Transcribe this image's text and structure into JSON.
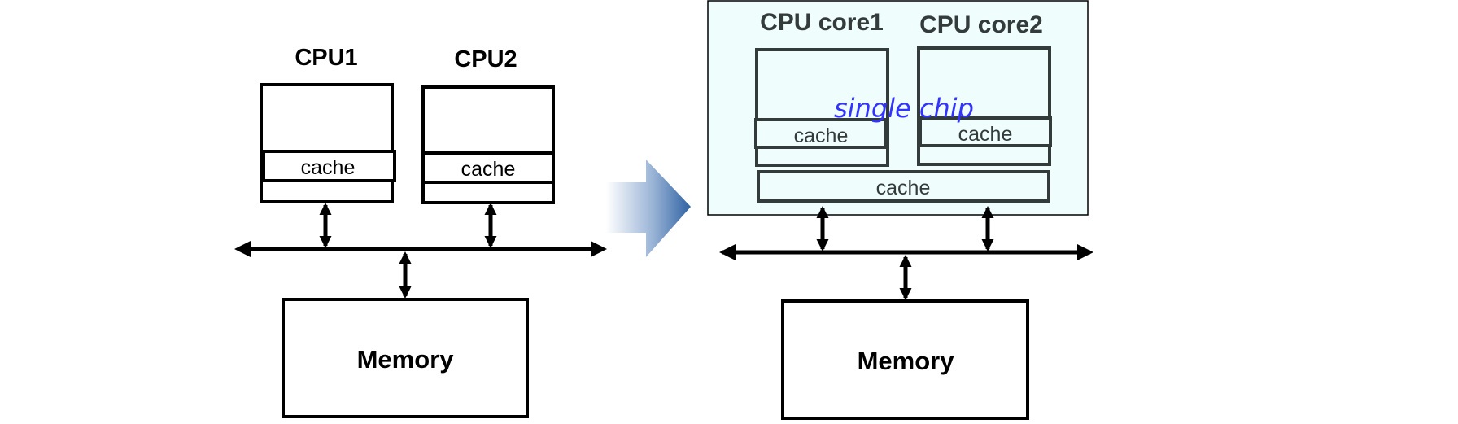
{
  "left": {
    "cpu1_label": "CPU1",
    "cpu2_label": "CPU2",
    "cpu1_cache": "cache",
    "cpu2_cache": "cache",
    "memory_label": "Memory"
  },
  "right": {
    "core1_label": "CPU core1",
    "core2_label": "CPU core2",
    "chip_label": "single chip",
    "core1_cache": "cache",
    "core2_cache": "cache",
    "shared_cache": "cache",
    "memory_label": "Memory"
  },
  "colors": {
    "left_stroke": "#000000",
    "right_stroke": "#333b3b",
    "chip_fill": "#f0fdfd",
    "chip_text": "#3333ff",
    "arrow_dark": "#3a6aa8",
    "arrow_light": "#ffffff"
  }
}
